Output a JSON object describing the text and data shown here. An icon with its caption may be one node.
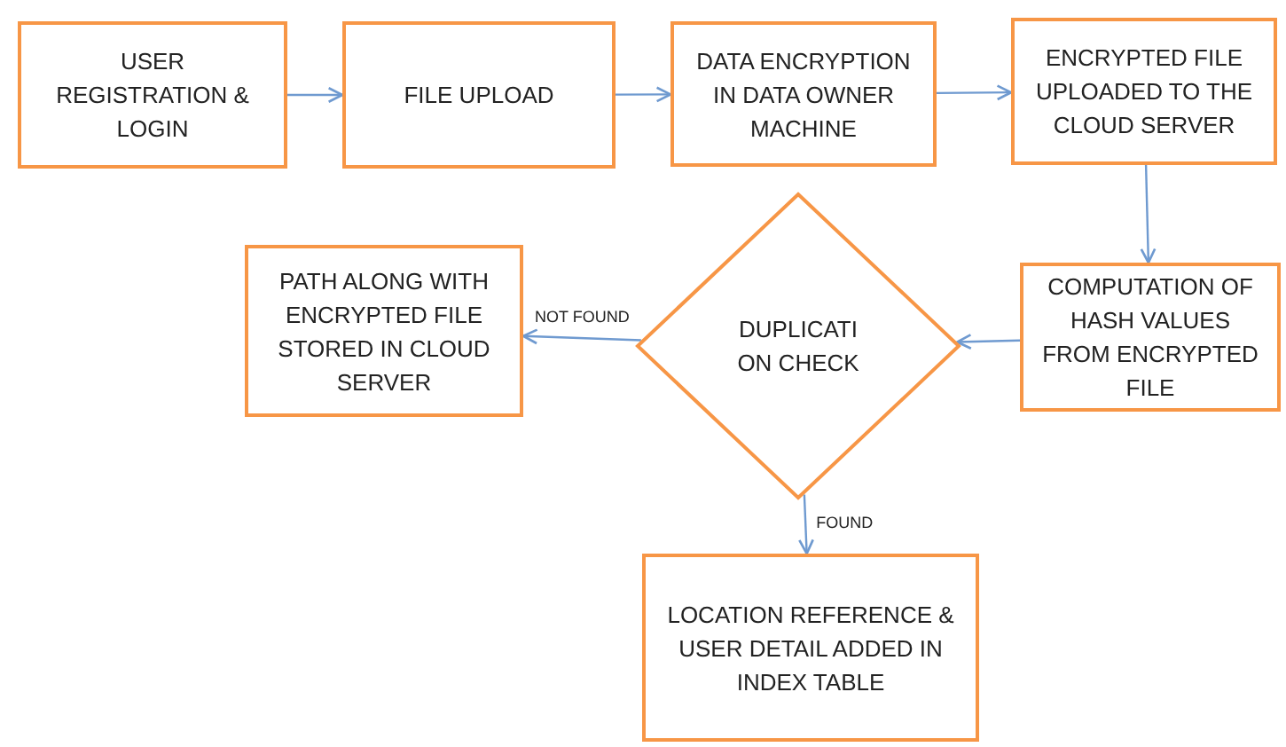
{
  "diagram": {
    "nodes": [
      {
        "text": [
          "USER REGISTRATION & LOGIN"
        ]
      },
      {
        "text": [
          "FILE UPLOAD"
        ]
      },
      {
        "text": [
          "DATA ENCRYPTION IN DATA OWNER MACHINE"
        ]
      },
      {
        "text": [
          "ENCRYPTED FILE UPLOADED TO THE CLOUD SERVER"
        ]
      },
      {
        "text": [
          "COMPUTATION OF HASH VALUES FROM ENCRYPTED FILE"
        ]
      },
      {
        "text": [
          "DUPLICATI ON CHECK"
        ]
      },
      {
        "text": [
          "PATH ALONG WITH ENCRYPTED FILE STORED IN CLOUD SERVER"
        ]
      },
      {
        "text": [
          "LOCATION REFERENCE & USER DETAIL ADDED IN INDEX TABLE"
        ]
      }
    ],
    "edges": [
      {
        "from": 0,
        "to": 1,
        "arrow": "to"
      },
      {
        "from": 1,
        "to": 2,
        "arrow": "to"
      },
      {
        "from": 2,
        "to": 3,
        "arrow": "to"
      },
      {
        "from": 3,
        "to": 4,
        "arrow": "to"
      },
      {
        "from": 4,
        "to": 5,
        "arrow": "to"
      },
      {
        "from": 5,
        "to": 6,
        "arrow": "to",
        "label": "NOT FOUND"
      },
      {
        "from": 5,
        "to": 7,
        "arrow": "to",
        "label": "FOUND"
      }
    ]
  }
}
